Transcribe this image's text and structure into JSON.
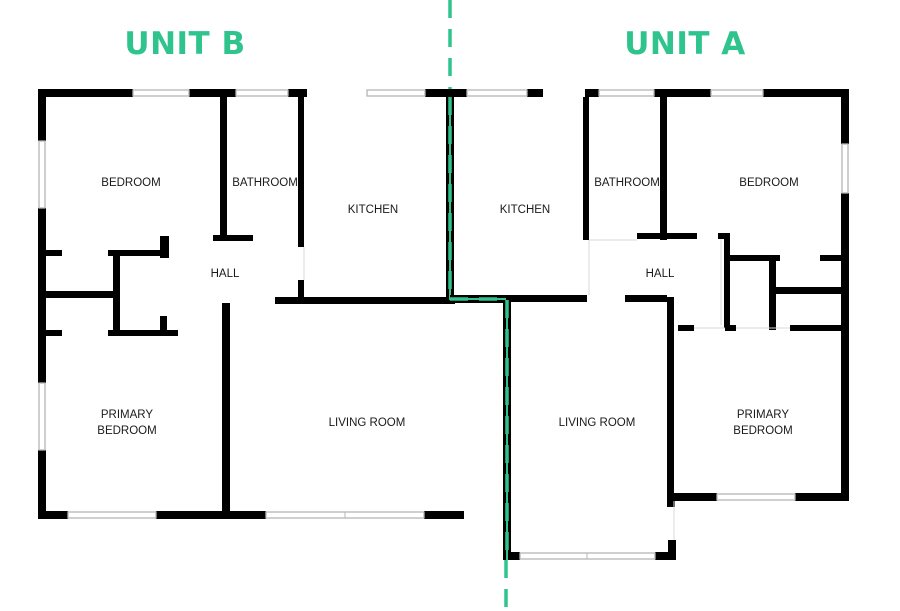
{
  "colors": {
    "accent": "#2fc38d",
    "wall": "#000000",
    "window": "#b5b5b5",
    "background": "#ffffff"
  },
  "units": [
    {
      "title": "UNIT B",
      "rooms": {
        "bedroom": "BEDROOM",
        "bathroom": "BATHROOM",
        "kitchen": "KITCHEN",
        "hall": "HALL",
        "primary_bedroom_line1": "PRIMARY",
        "primary_bedroom_line2": "BEDROOM",
        "living_room": "LIVING ROOM"
      }
    },
    {
      "title": "UNIT A",
      "rooms": {
        "kitchen": "KITCHEN",
        "bathroom": "BATHROOM",
        "bedroom": "BEDROOM",
        "hall": "HALL",
        "living_room": "LIVING ROOM",
        "primary_bedroom_line1": "PRIMARY",
        "primary_bedroom_line2": "BEDROOM"
      }
    }
  ]
}
